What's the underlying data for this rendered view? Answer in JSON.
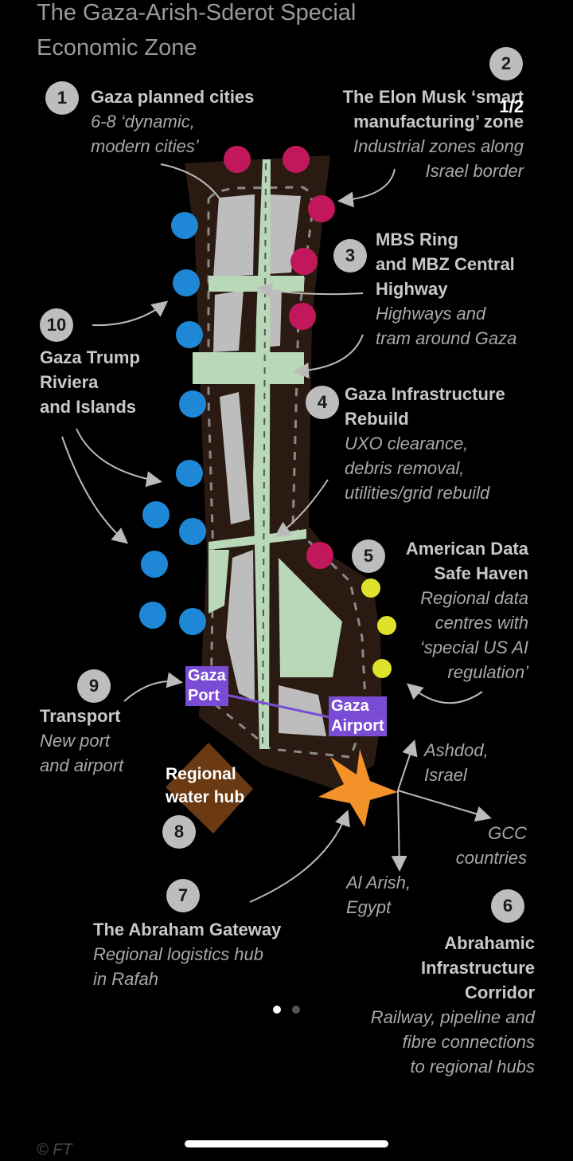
{
  "title_line1": "The Gaza-Arish-Sderot Special",
  "title_line2": "Economic Zone",
  "counter": "1/2",
  "credit": "© FT",
  "items": [
    {
      "num": "1",
      "heading": [
        "Gaza planned cities"
      ],
      "desc": [
        "6-8 ‘dynamic,",
        "modern cities’"
      ]
    },
    {
      "num": "2",
      "heading": [
        "The Elon Musk ‘smart",
        "manufacturing’ zone"
      ],
      "desc": [
        "Industrial zones along",
        "Israel border"
      ]
    },
    {
      "num": "3",
      "heading": [
        "MBS Ring",
        "and MBZ Central",
        "Highway"
      ],
      "desc": [
        "Highways and",
        "tram around Gaza"
      ]
    },
    {
      "num": "4",
      "heading": [
        "Gaza Infrastructure",
        "Rebuild"
      ],
      "desc": [
        "UXO clearance,",
        "debris removal,",
        "utilities/grid rebuild"
      ]
    },
    {
      "num": "5",
      "heading": [
        "American Data",
        "Safe Haven"
      ],
      "desc": [
        "Regional data",
        "centres with",
        "‘special US AI",
        "regulation’"
      ]
    },
    {
      "num": "6",
      "heading": [
        "Abrahamic",
        "Infrastructure",
        "Corridor"
      ],
      "desc": [
        "Railway, pipeline and",
        "fibre connections",
        "to regional hubs"
      ]
    },
    {
      "num": "7",
      "heading": [
        "The Abraham Gateway"
      ],
      "desc": [
        "Regional logistics hub",
        "in Rafah"
      ]
    },
    {
      "num": "8",
      "heading": [],
      "desc": []
    },
    {
      "num": "9",
      "heading": [
        "Transport"
      ],
      "desc": [
        "New port",
        "and airport"
      ]
    },
    {
      "num": "10",
      "heading": [
        "Gaza Trump",
        "Riviera",
        "and Islands"
      ],
      "desc": []
    }
  ],
  "map_labels": {
    "port": [
      "Gaza",
      "Port"
    ],
    "airport": [
      "Gaza",
      "Airport"
    ],
    "water_hub": [
      "Regional",
      "water hub"
    ],
    "ashdod": [
      "Ashdod,",
      "Israel"
    ],
    "gcc": [
      "GCC",
      "countries"
    ],
    "arish": [
      "Al Arish,",
      "Egypt"
    ]
  },
  "colors": {
    "land": "#2a1a12",
    "city_block": "#bdbdbd",
    "green_zone": "#b9d8b8",
    "magenta_dot": "#c2185b",
    "blue_dot": "#1e88d6",
    "yellow_dot": "#dfe22a",
    "star": "#f4922a",
    "water_hub": "#6b3a13",
    "purple": "#7a4cd6"
  }
}
